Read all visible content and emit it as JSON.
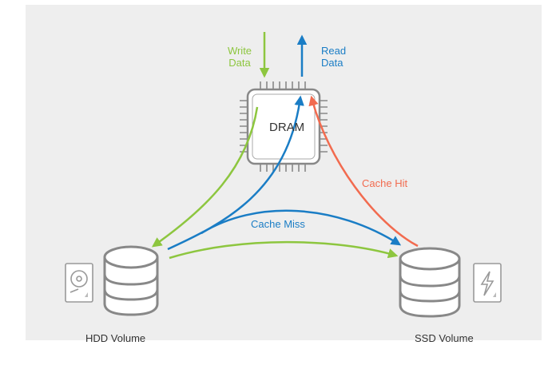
{
  "colors": {
    "panel": "#eeeeee",
    "write_flow": "#8dc63f",
    "read_flow": "#1a7dc5",
    "cache_hit_flow": "#f26b4f",
    "chip": "#888888",
    "text": "#333333"
  },
  "labels": {
    "write_data": [
      "Write",
      "Data"
    ],
    "read_data": [
      "Read",
      "Data"
    ],
    "dram": "DRAM",
    "cache_hit": "Cache Hit",
    "cache_miss": "Cache Miss",
    "hdd_volume": "HDD Volume",
    "ssd_volume": "SSD Volume"
  },
  "icons": {
    "dram": "chip-icon",
    "hdd_storage": "database-icon",
    "ssd_storage": "database-icon",
    "hdd_device": "hard-disk-icon",
    "ssd_device": "flash-drive-icon"
  }
}
